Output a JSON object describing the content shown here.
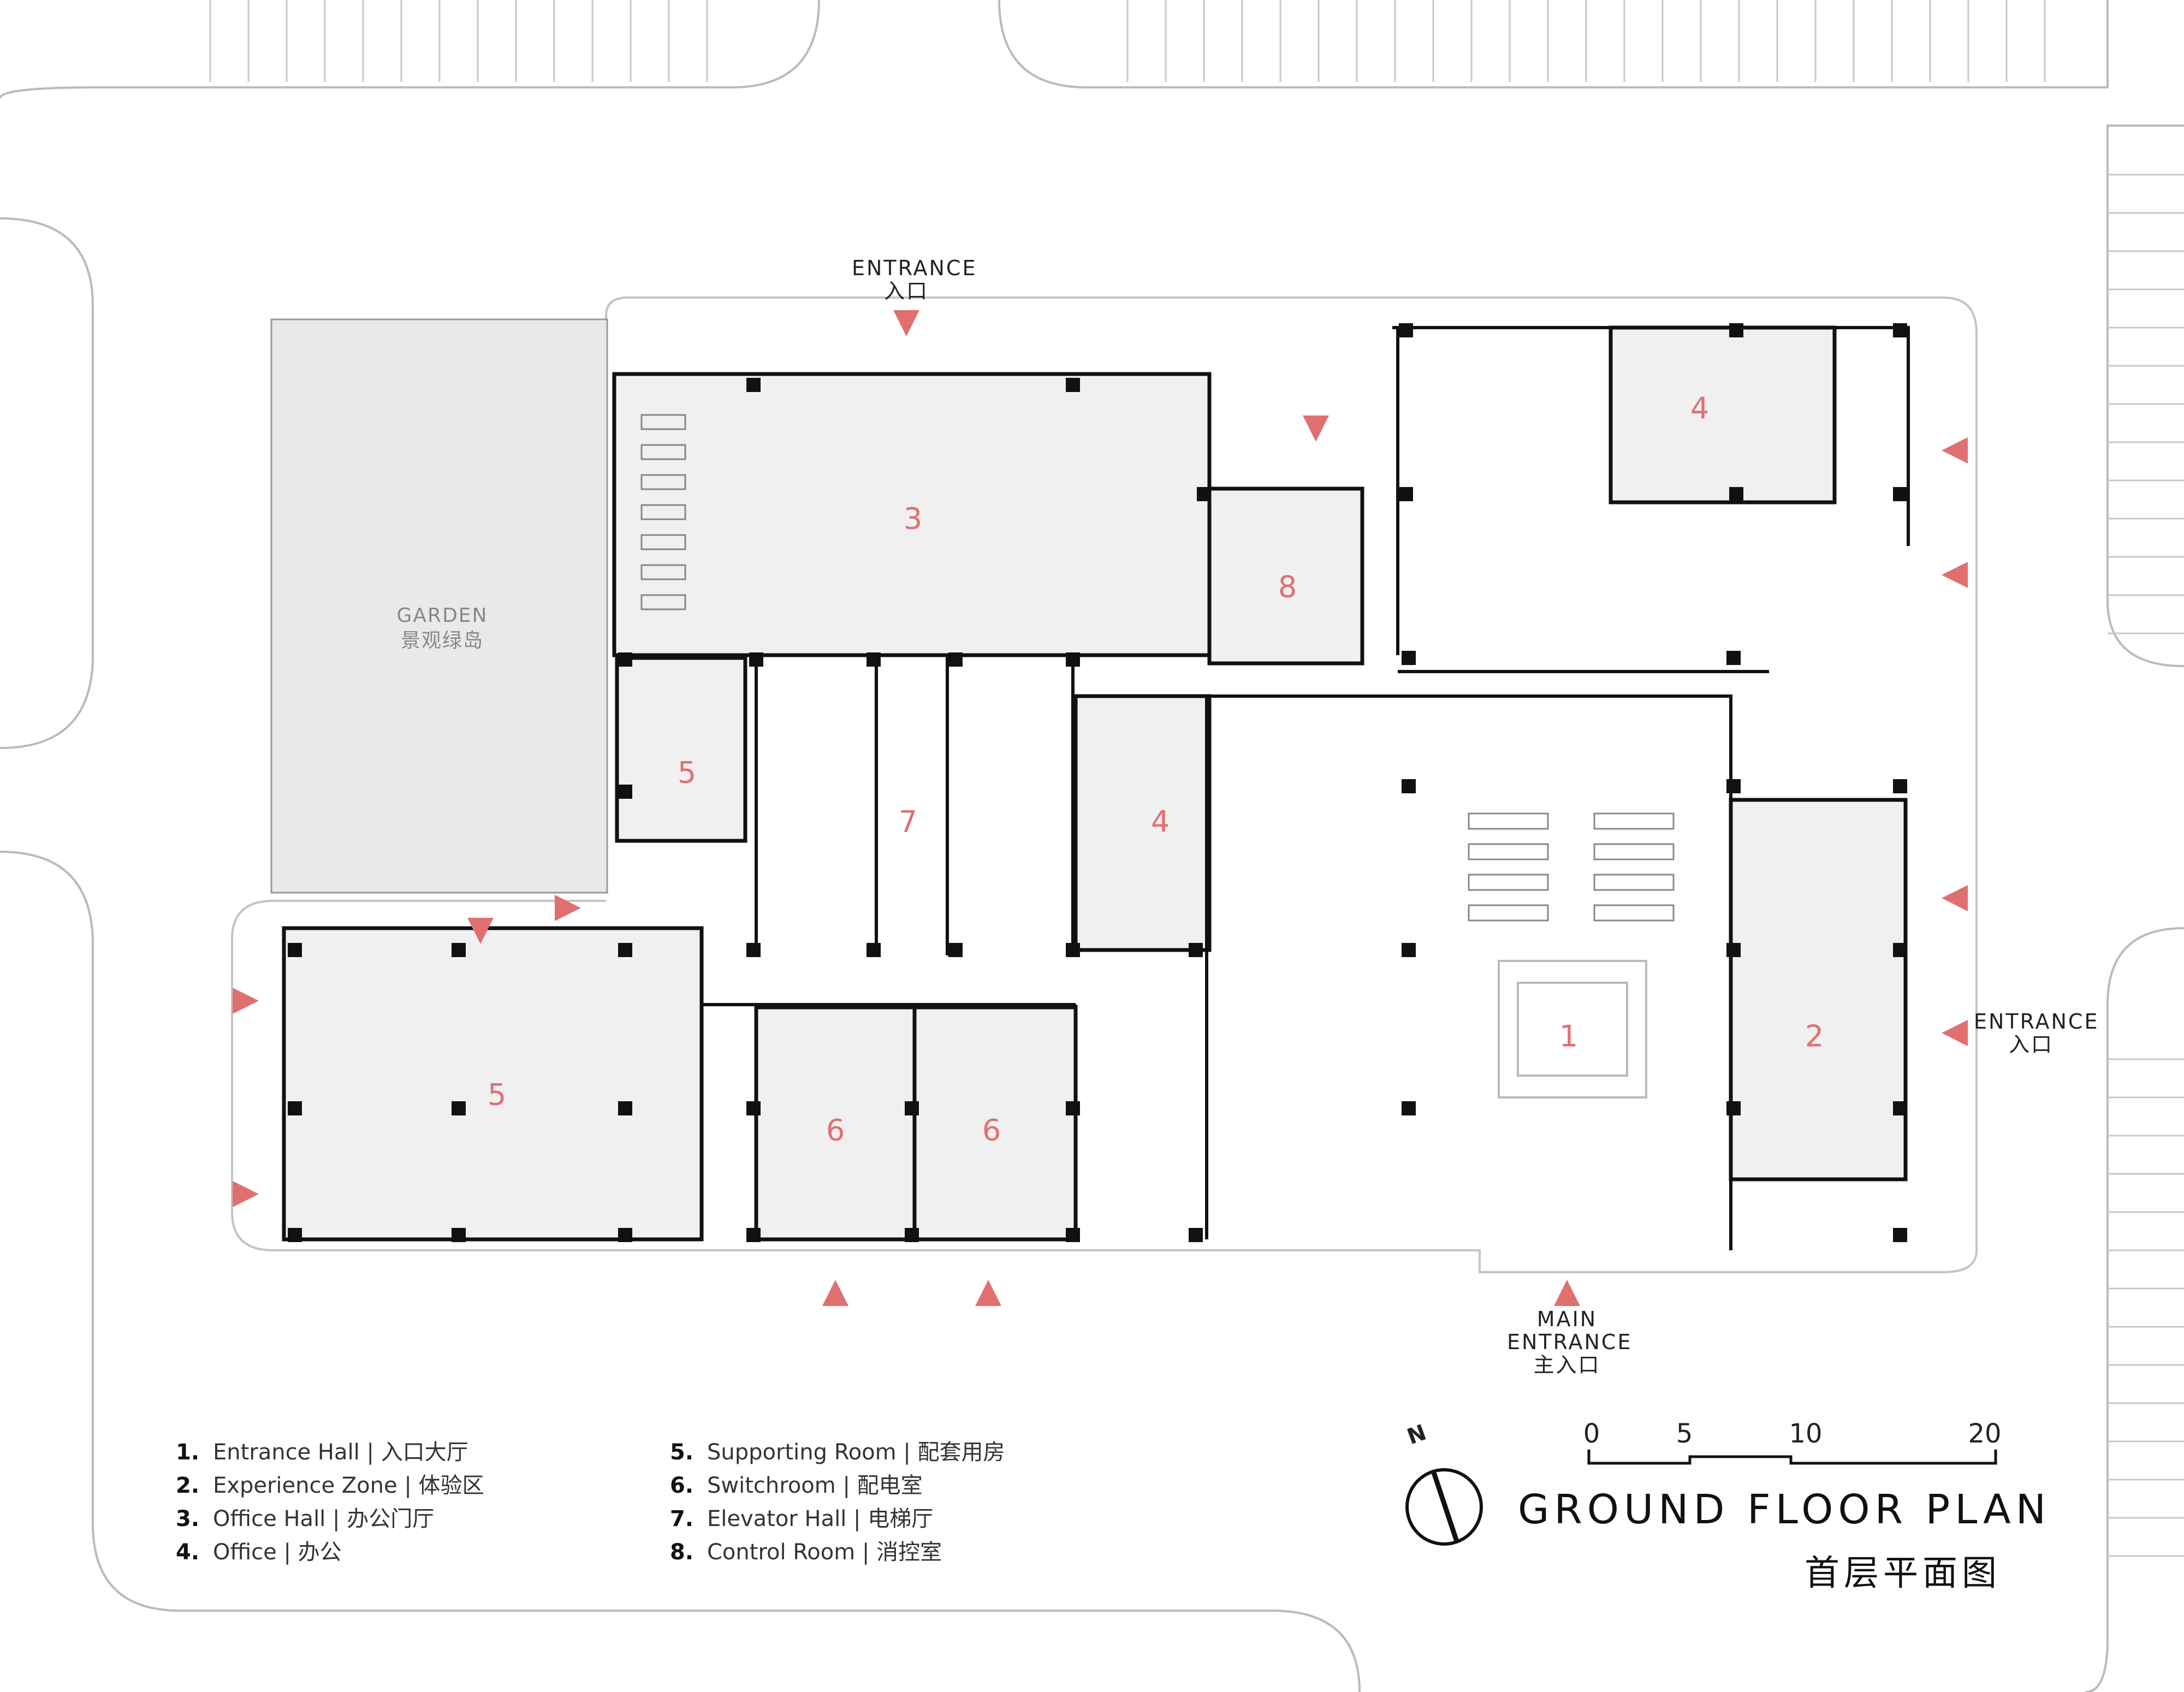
{
  "entrances": {
    "top": {
      "en": "ENTRANCE",
      "cn": "入口"
    },
    "right": {
      "en": "ENTRANCE",
      "cn": "入口"
    },
    "main": {
      "en1": "MAIN",
      "en2": "ENTRANCE",
      "cn": "主入口"
    }
  },
  "garden": {
    "en": "GARDEN",
    "cn": "景观绿岛"
  },
  "rooms": [
    "1",
    "2",
    "3",
    "4",
    "4",
    "5",
    "5",
    "6",
    "6",
    "7",
    "8"
  ],
  "legend": {
    "left": [
      {
        "num": "1.",
        "text": "Entrance Hall  |  入口大厅"
      },
      {
        "num": "2.",
        "text": "Experience Zone  |  体验区"
      },
      {
        "num": "3.",
        "text": "Office Hall  |  办公门厅"
      },
      {
        "num": "4.",
        "text": "Office  |  办公"
      }
    ],
    "right": [
      {
        "num": "5.",
        "text": "Supporting Room  |  配套用房"
      },
      {
        "num": "6.",
        "text": "Switchroom  |  配电室"
      },
      {
        "num": "7.",
        "text": "Elevator Hall  |  电梯厅"
      },
      {
        "num": "8.",
        "text": "Control Room  |  消控室"
      }
    ]
  },
  "north": "N",
  "scale": [
    "0",
    "5",
    "10",
    "20"
  ],
  "title": {
    "en": "GROUND FLOOR PLAN",
    "cn": "首层平面图"
  },
  "colors": {
    "accent": "#e07070",
    "room_fill": "#f0f0f0",
    "wall": "#111111",
    "line": "#bbbbbb"
  }
}
